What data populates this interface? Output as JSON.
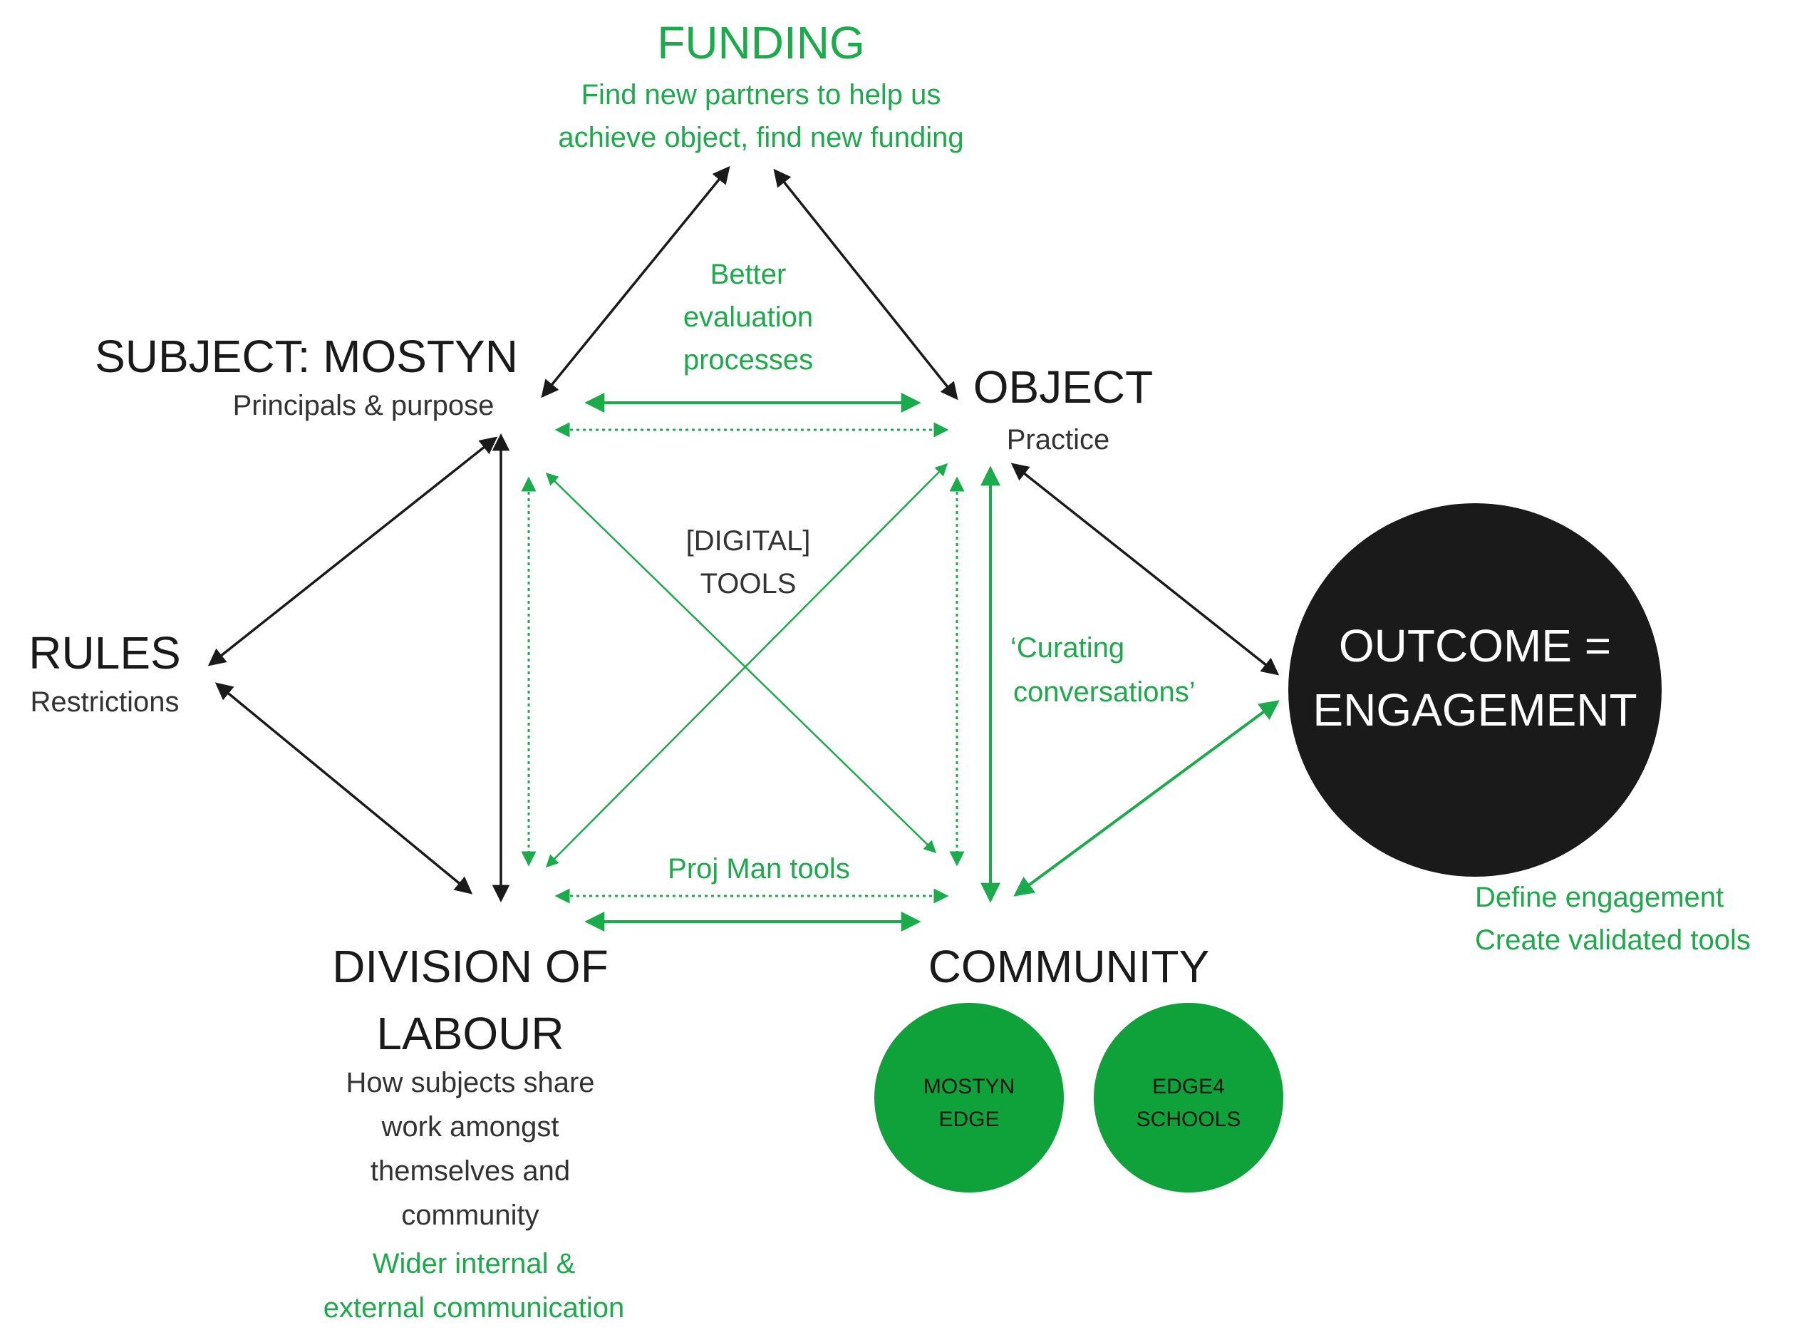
{
  "funding": {
    "title": "FUNDING",
    "line1": "Find new partners to help us",
    "line2": "achieve object, find new funding"
  },
  "subject": {
    "title": "SUBJECT: MOSTYN",
    "subtitle": "Principals & purpose"
  },
  "object": {
    "title": "OBJECT",
    "subtitle": "Practice"
  },
  "rules": {
    "title": "RULES",
    "subtitle": "Restrictions"
  },
  "division": {
    "title_line1": "DIVISION OF",
    "title_line2": "LABOUR",
    "desc": [
      "How subjects share",
      "work amongst",
      "themselves and",
      "community"
    ],
    "green": [
      "Wider internal &",
      "external communication"
    ]
  },
  "community": {
    "title": "COMMUNITY",
    "circles": [
      {
        "line1": "MOSTYN",
        "line2": "EDGE"
      },
      {
        "line1": "EDGE4",
        "line2": "SCHOOLS"
      }
    ]
  },
  "evaluation": [
    "Better",
    "evaluation",
    "processes"
  ],
  "tools": [
    "[DIGITAL]",
    "TOOLS"
  ],
  "curating": [
    "‘Curating",
    "conversations’"
  ],
  "proj_man": "Proj Man tools",
  "outcome": {
    "line1": "OUTCOME =",
    "line2": "ENGAGEMENT",
    "note1": "Define engagement",
    "note2": "Create validated tools"
  },
  "colors": {
    "green": "#1aab4a",
    "circle_green": "#0fa23a",
    "black": "#1a1a1a",
    "white": "#ffffff"
  }
}
